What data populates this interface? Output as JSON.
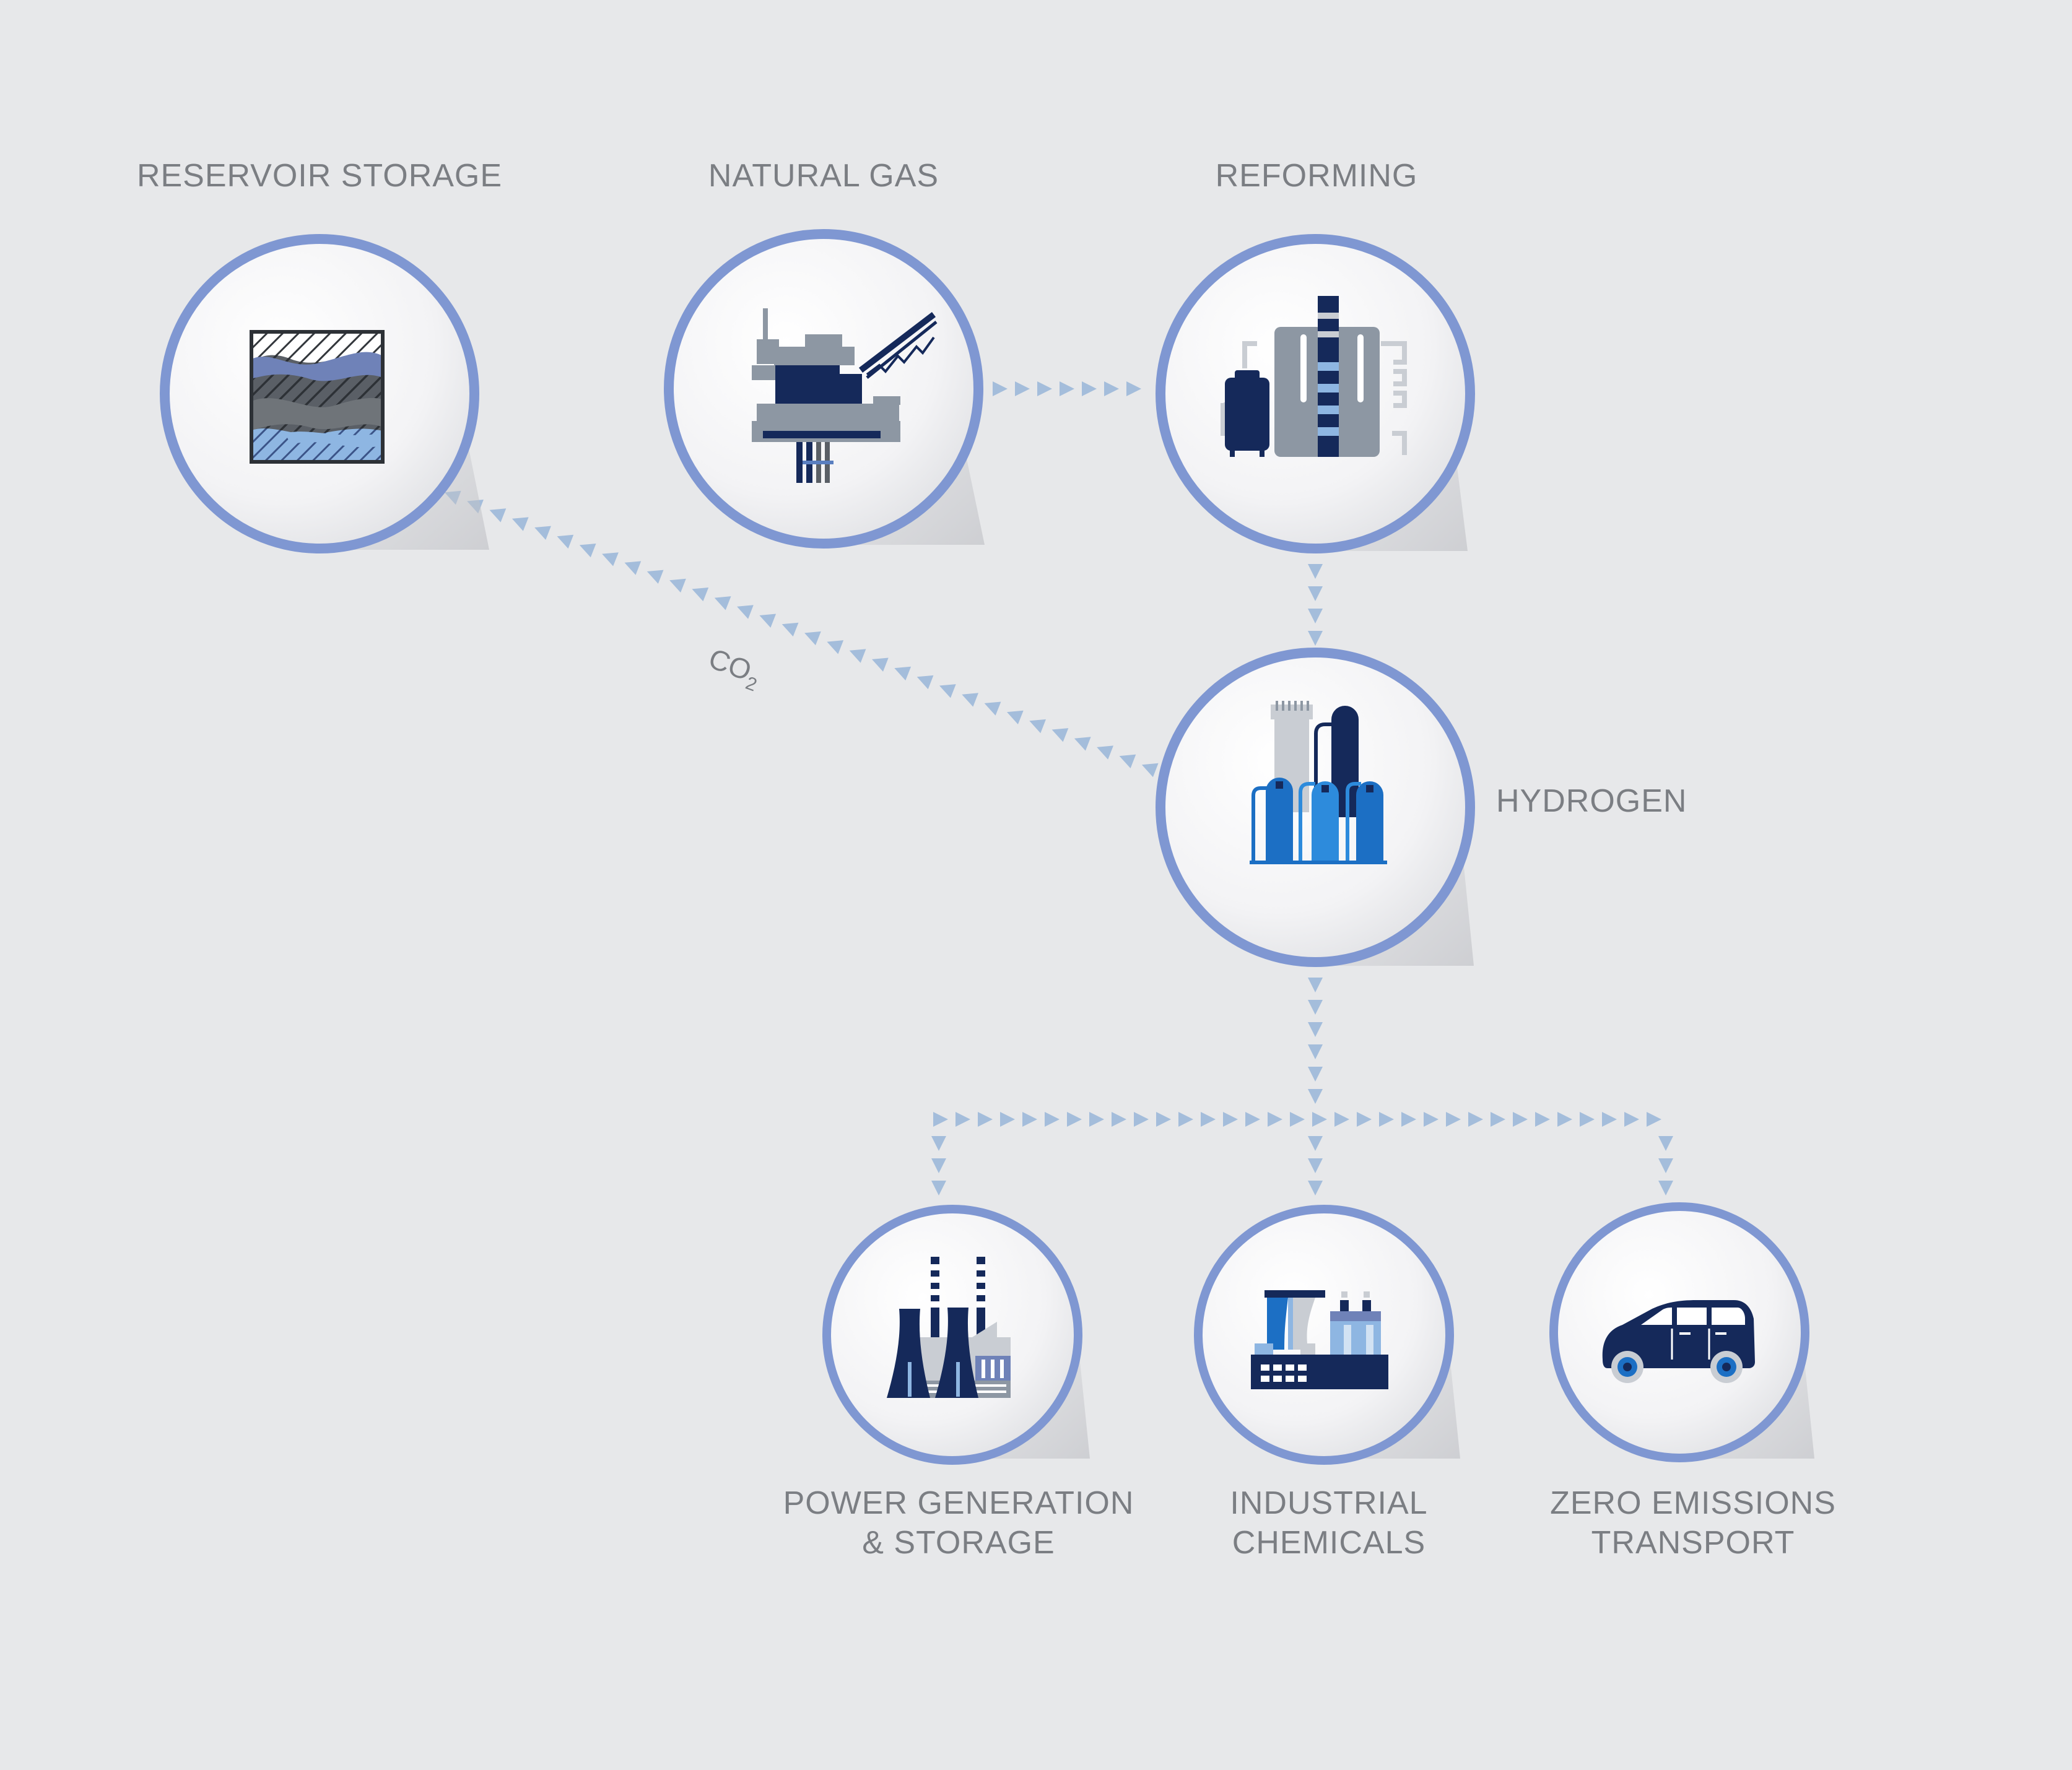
{
  "labels": {
    "reservoir": "RESERVOIR STORAGE",
    "natural_gas": "NATURAL GAS",
    "reforming": "REFORMING",
    "hydrogen": "HYDROGEN",
    "power_line1": "POWER GENERATION",
    "power_line2": "& STORAGE",
    "chemicals_line1": "INDUSTRIAL",
    "chemicals_line2": "CHEMICALS",
    "transport_line1": "ZERO EMISSIONS",
    "transport_line2": "TRANSPORT",
    "co2_main": "CO",
    "co2_sub": "2"
  },
  "icons": {
    "reservoir": "rock-strata-icon",
    "natural_gas": "offshore-platform-icon",
    "reforming": "reforming-plant-icon",
    "hydrogen": "hydrogen-tanks-icon",
    "power": "power-plant-icon",
    "chemicals": "chemical-factory-icon",
    "transport": "car-icon"
  },
  "colors": {
    "background": "#e7e8ea",
    "ring": "#7f97d2",
    "arrow": "#a4bddb",
    "navy": "#15295a",
    "grey": "#8d97a3",
    "light_grey": "#c9cdd3",
    "blue": "#1c6fc4",
    "light_blue": "#6fb2e6",
    "label": "#7b7e83"
  }
}
